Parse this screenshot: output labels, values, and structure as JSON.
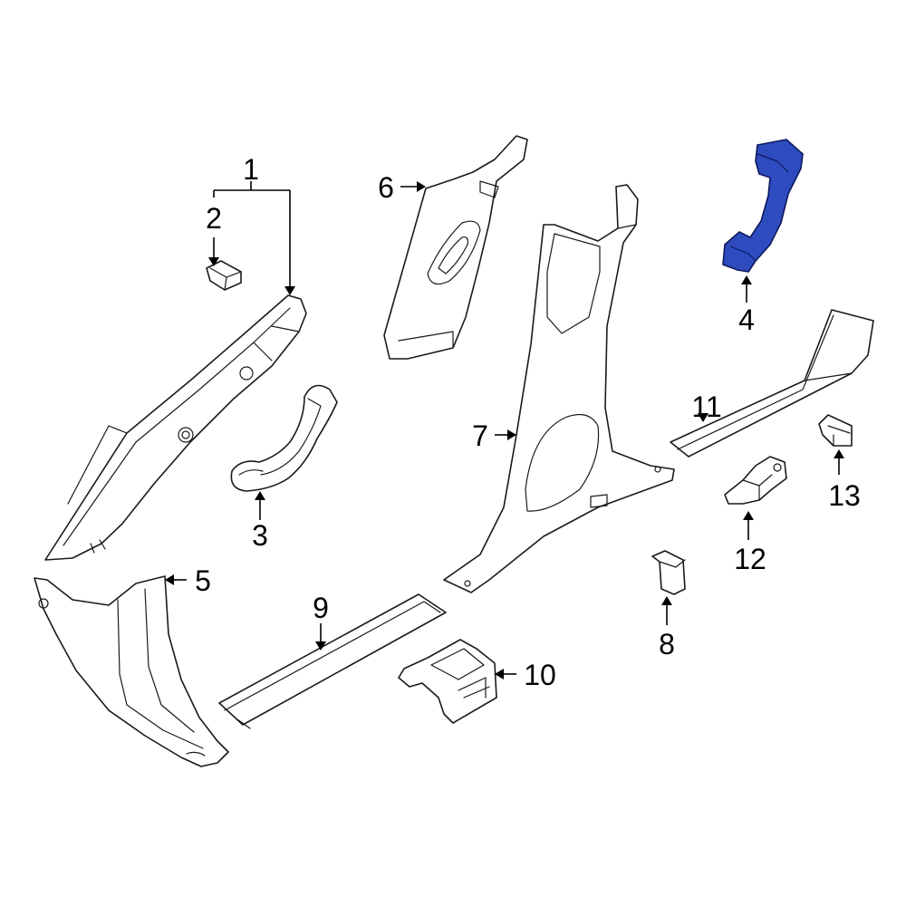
{
  "highlight_color": "#2e4bbf",
  "callouts": [
    {
      "id": "1",
      "label": "1"
    },
    {
      "id": "2",
      "label": "2"
    },
    {
      "id": "3",
      "label": "3"
    },
    {
      "id": "4",
      "label": "4"
    },
    {
      "id": "5",
      "label": "5"
    },
    {
      "id": "6",
      "label": "6"
    },
    {
      "id": "7",
      "label": "7"
    },
    {
      "id": "8",
      "label": "8"
    },
    {
      "id": "9",
      "label": "9"
    },
    {
      "id": "10",
      "label": "10"
    },
    {
      "id": "11",
      "label": "11"
    },
    {
      "id": "12",
      "label": "12"
    },
    {
      "id": "13",
      "label": "13"
    }
  ]
}
